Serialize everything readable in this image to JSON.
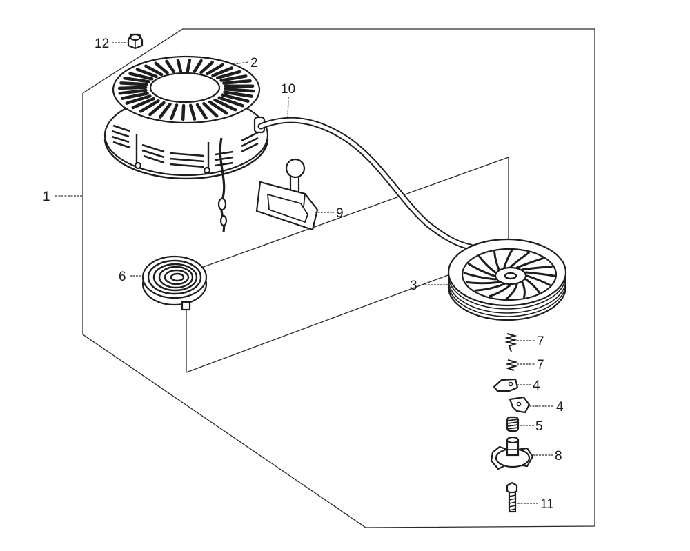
{
  "callouts": [
    "12",
    "2",
    "10",
    "1",
    "9",
    "6",
    "3",
    "7",
    "7",
    "4",
    "4",
    "5",
    "8",
    "11"
  ],
  "colors": {
    "line": "#1e1e1e",
    "background": "#ffffff"
  }
}
